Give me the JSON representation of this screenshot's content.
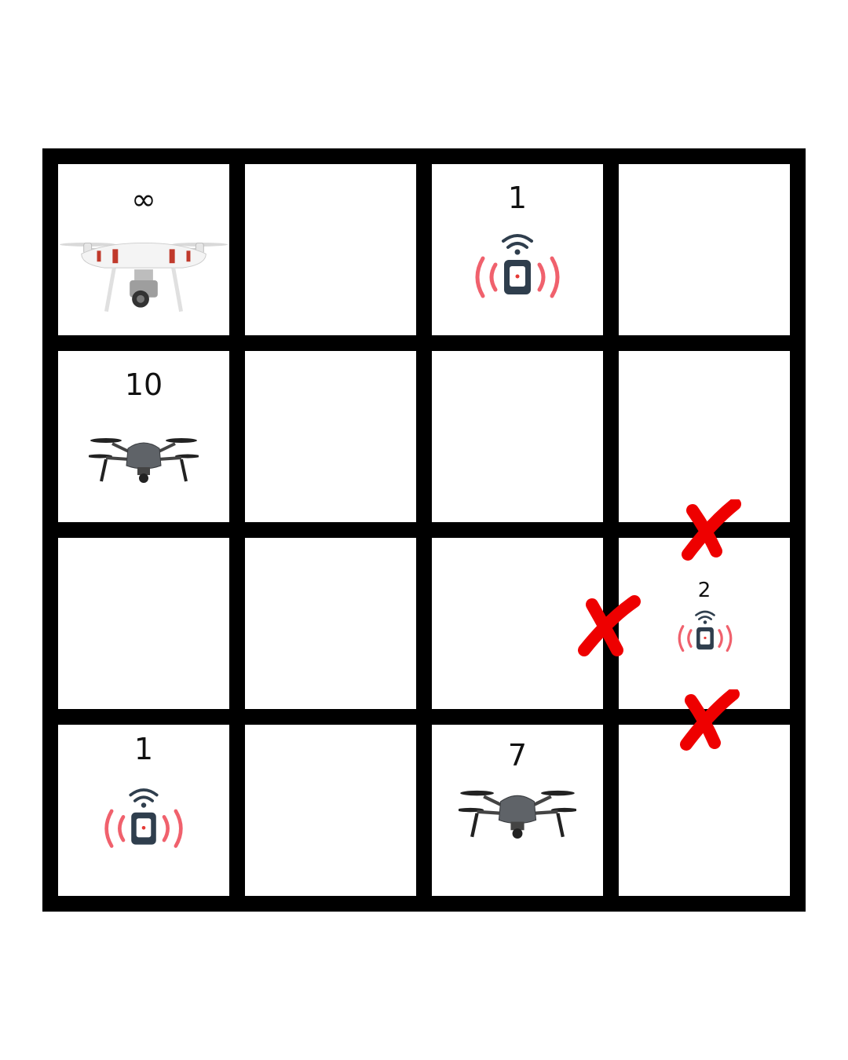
{
  "grid": {
    "cells": [
      {
        "row": 0,
        "col": 0,
        "label": "∞",
        "icon": "white-quadcopter-drone"
      },
      {
        "row": 0,
        "col": 1,
        "label": "",
        "icon": ""
      },
      {
        "row": 0,
        "col": 2,
        "label": "1",
        "icon": "signal-beacon"
      },
      {
        "row": 0,
        "col": 3,
        "label": "",
        "icon": ""
      },
      {
        "row": 1,
        "col": 0,
        "label": "10",
        "icon": "gray-foldable-drone"
      },
      {
        "row": 1,
        "col": 1,
        "label": "",
        "icon": ""
      },
      {
        "row": 1,
        "col": 2,
        "label": "",
        "icon": ""
      },
      {
        "row": 1,
        "col": 3,
        "label": "",
        "icon": ""
      },
      {
        "row": 2,
        "col": 0,
        "label": "",
        "icon": ""
      },
      {
        "row": 2,
        "col": 1,
        "label": "",
        "icon": ""
      },
      {
        "row": 2,
        "col": 2,
        "label": "",
        "icon": ""
      },
      {
        "row": 2,
        "col": 3,
        "label": "2",
        "icon": "signal-beacon"
      },
      {
        "row": 3,
        "col": 0,
        "label": "1",
        "icon": "signal-beacon"
      },
      {
        "row": 3,
        "col": 1,
        "label": "",
        "icon": ""
      },
      {
        "row": 3,
        "col": 2,
        "label": "7",
        "icon": "gray-foldable-drone"
      },
      {
        "row": 3,
        "col": 3,
        "label": "",
        "icon": ""
      }
    ],
    "blocked_walls": [
      "top",
      "left",
      "bottom"
    ]
  },
  "colors": {
    "grid_line": "#000000",
    "beacon_waves": "#f0616d",
    "beacon_body": "#2f3e4d",
    "blocked_mark": "#ee0000"
  }
}
